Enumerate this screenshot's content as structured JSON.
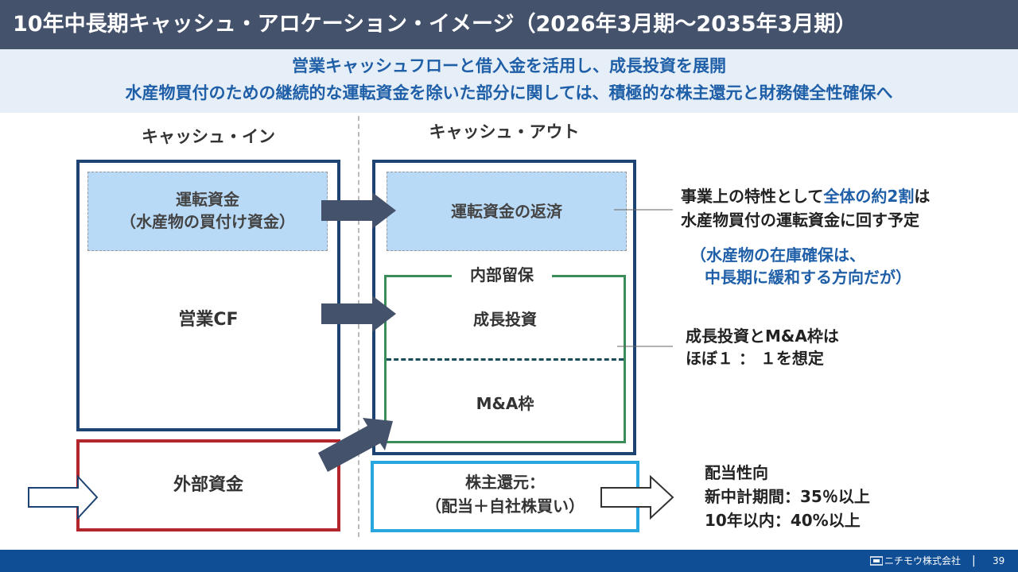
{
  "title": "10年中長期キャッシュ・アロケーション・イメージ（2026年3月期～2035年3月期）",
  "subtitle": {
    "line1": "営業キャッシュフローと借入金を活用し、成長投資を展開",
    "line2": "水産物買付のための継続的な運転資金を除いた部分に関しては、積極的な株主還元と財務健全性確保へ"
  },
  "cash_in": {
    "heading": "キャッシュ・イン",
    "working_capital_line1": "運転資金",
    "working_capital_line2": "（水産物の買付け資金）",
    "operating_cf": "営業CF",
    "external_funds": "外部資金"
  },
  "cash_out": {
    "heading": "キャッシュ・アウト",
    "repayment": "運転資金の返済",
    "retained_label": "内部留保",
    "growth_investment": "成長投資",
    "ma_frame": "M&A枠",
    "shareholder_line1": "株主還元：",
    "shareholder_line2": "（配当＋自社株買い）"
  },
  "notes": {
    "note1_line1_a": "事業上の特性として",
    "note1_line1_b": "全体の約2割",
    "note1_line1_c": "は",
    "note1_line2": "水産物買付の運転資金に回す予定",
    "note2_line1": "（水産物の在庫確保は、",
    "note2_line2": "中長期に緩和する方向だが）",
    "note3_line1": "成長投資とM&A枠は",
    "note3_line2": "ほぼ１ ： １を想定",
    "note4_line1": "配当性向",
    "note4_line2": "新中計期間：35％以上",
    "note4_line3": "10年以内：40%以上"
  },
  "footer": {
    "company": "ニチモウ株式会社",
    "separator": "|",
    "page": "39"
  },
  "colors": {
    "title_bg": "#45526b",
    "accent_blue": "#1f5fa8",
    "navy_border": "#1c4372",
    "red_border": "#b3262c",
    "cyan_border": "#27a6e0",
    "green_border": "#3a8c5a",
    "footer_bg": "#0f4d95"
  }
}
